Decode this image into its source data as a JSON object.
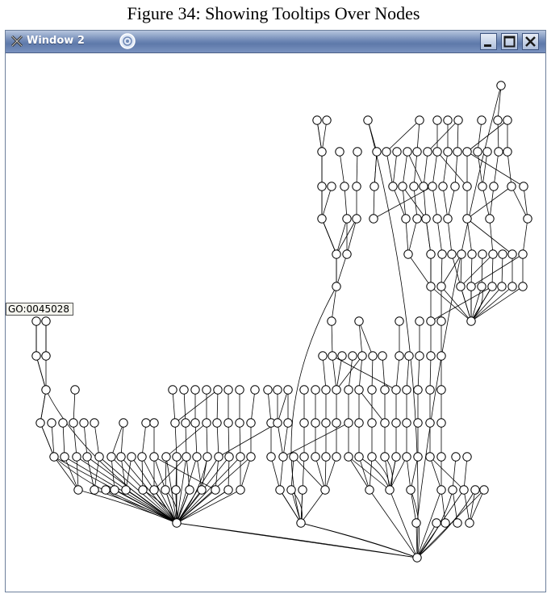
{
  "figure": {
    "caption": "Figure 34:  Showing Tooltips Over Nodes"
  },
  "window": {
    "title": "Window 2",
    "icons": {
      "window_menu": "x-logo-icon",
      "app": "swirl-icon"
    },
    "controls": {
      "minimize": "minimize-icon",
      "maximize": "maximize-icon",
      "close": "close-icon"
    },
    "accent": "#5e79aa"
  },
  "graph": {
    "tooltip_text": "GO:0045028",
    "node_fill": "#ffffff",
    "edge_color": "#000000"
  }
}
